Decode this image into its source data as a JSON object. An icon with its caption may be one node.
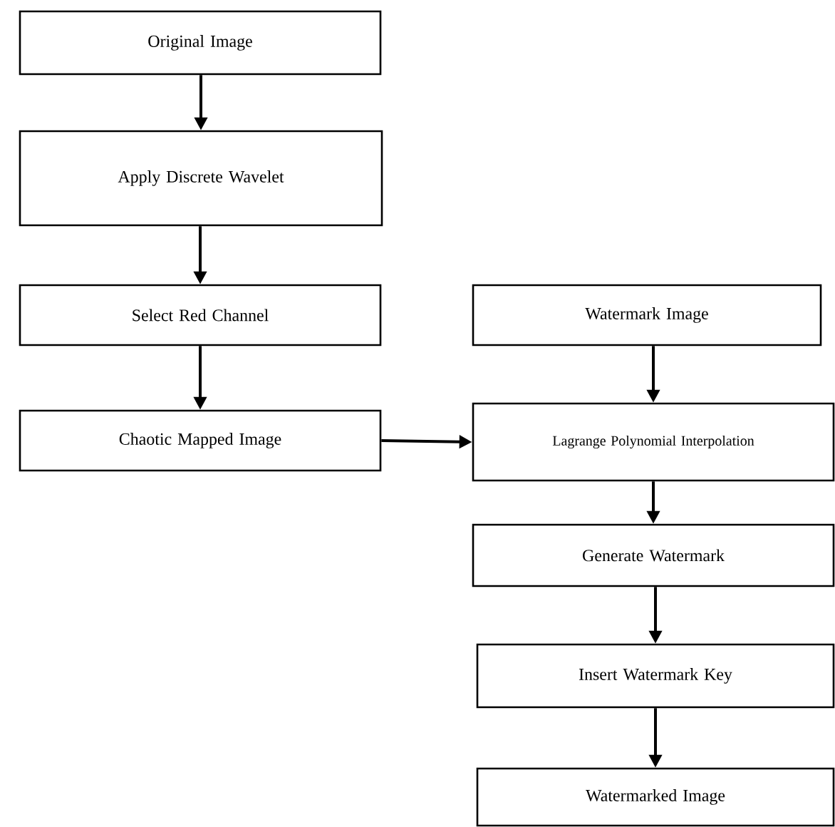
{
  "diagram": {
    "nodes": [
      {
        "text": [
          "Original Image"
        ]
      },
      {
        "text": [
          "Apply Discrete Wavelet"
        ]
      },
      {
        "text": [
          "Select Red Channel"
        ]
      },
      {
        "text": [
          "Chaotic Mapped Image"
        ]
      },
      {
        "text": [
          "Watermark Image"
        ]
      },
      {
        "text": [
          "Lagrange Polynomial Interpolation"
        ]
      },
      {
        "text": [
          "Generate Watermark"
        ]
      },
      {
        "text": [
          "Insert Watermark Key"
        ]
      },
      {
        "text": [
          "Watermarked Image"
        ]
      }
    ],
    "edges": [
      {
        "from": 0,
        "to": 1,
        "arrow": "to"
      },
      {
        "from": 1,
        "to": 2,
        "arrow": "to"
      },
      {
        "from": 2,
        "to": 3,
        "arrow": "to"
      },
      {
        "from": 3,
        "to": 5,
        "arrow": "to"
      },
      {
        "from": 4,
        "to": 5,
        "arrow": "to"
      },
      {
        "from": 5,
        "to": 6,
        "arrow": "to"
      },
      {
        "from": 6,
        "to": 7,
        "arrow": "to"
      },
      {
        "from": 7,
        "to": 8,
        "arrow": "to"
      }
    ]
  }
}
